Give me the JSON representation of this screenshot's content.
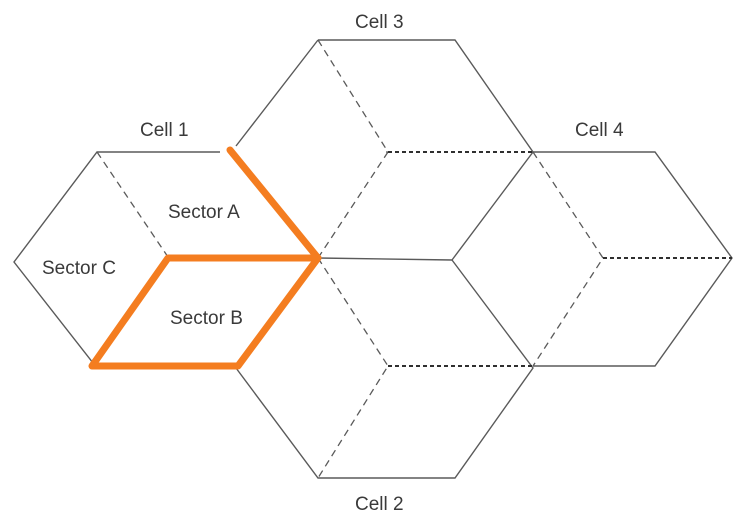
{
  "labels": {
    "cell1": "Cell 1",
    "cell2": "Cell 2",
    "cell3": "Cell 3",
    "cell4": "Cell 4",
    "sector_a": "Sector A",
    "sector_b": "Sector B",
    "sector_c": "Sector C"
  },
  "colors": {
    "highlight": "#f47d20",
    "line": "#5a5a5a",
    "text": "#3a3a3a"
  }
}
